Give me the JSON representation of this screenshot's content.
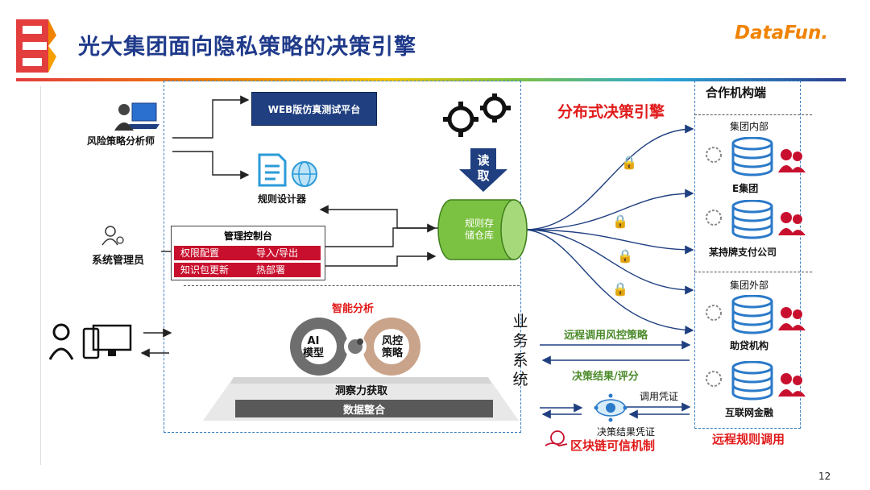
{
  "header": {
    "title": "光大集团面向隐私策略的决策引擎",
    "brand": "DataFun.",
    "brand_colors": [
      "#e33d3d",
      "#f08300",
      "#1f3a8a"
    ]
  },
  "left": {
    "analyst_label": "风险策略分析师",
    "admin_label": "系统管理员",
    "web_platform": "WEB版仿真测试平台",
    "rule_designer": "规则设计器",
    "console": {
      "title": "管理控制台",
      "cells": [
        "权限配置",
        "导入/导出",
        "知识包更新",
        "热部署"
      ]
    },
    "smart_analysis": "智能分析",
    "ai_model_line1": "AI",
    "ai_model_line2": "模型",
    "risk_line1": "风控",
    "risk_line2": "策略",
    "insight": "洞察力获取",
    "data_integration": "数据整合"
  },
  "center": {
    "engine_title": "分布式决策引擎",
    "read_line1": "读",
    "read_line2": "取",
    "repo_line1": "规则存",
    "repo_line2": "储仓库",
    "business_system": [
      "业",
      "务",
      "系",
      "统"
    ],
    "remote_call": "远程调用风控策略",
    "decision_result": "决策结果/评分",
    "call_credential": "调用凭证",
    "result_credential": "决策结果凭证",
    "blockchain": "区块链可信机制"
  },
  "right": {
    "partner_title": "合作机构端",
    "internal_title": "集团内部",
    "external_title": "集团外部",
    "orgs": [
      "E集团",
      "某持牌支付公司",
      "助贷机构",
      "互联网金融"
    ],
    "remote_rule": "远程规则调用"
  },
  "colors": {
    "accent_red": "#e11a1a",
    "navy": "#1f3f80",
    "repo_green": "#7cc242",
    "db_blue": "#2b7ac9",
    "dashed_blue": "#3a7fc0",
    "green_text": "#4a8a2a"
  },
  "footer": {
    "page_number": "12"
  }
}
